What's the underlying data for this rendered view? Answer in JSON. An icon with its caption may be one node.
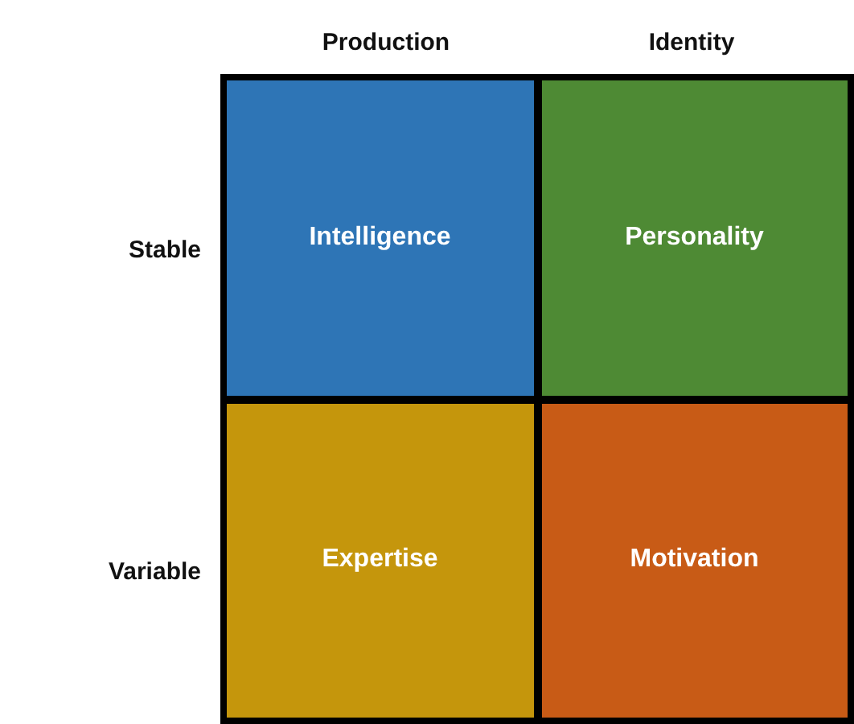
{
  "diagram": {
    "nodes": [
      {
        "text": [
          "Intelligence"
        ]
      },
      {
        "text": [
          "Personality"
        ]
      },
      {
        "text": [
          "Expertise"
        ]
      },
      {
        "text": [
          "Motivation"
        ]
      }
    ],
    "labels": [
      "Production",
      "Identity",
      "Stable",
      "Variable"
    ]
  }
}
